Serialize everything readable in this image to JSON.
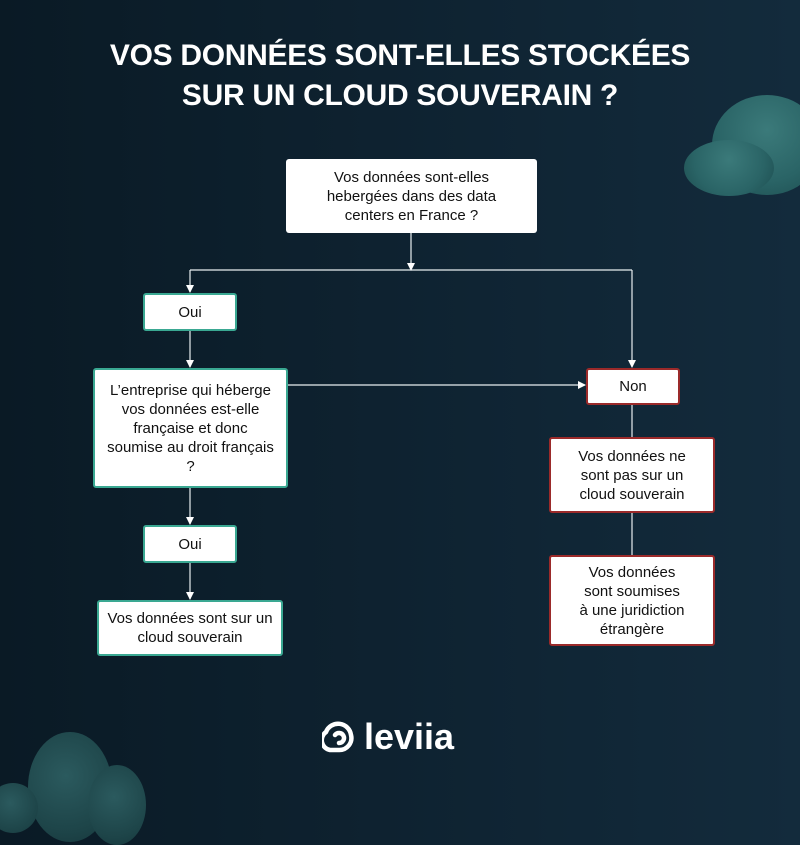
{
  "title": {
    "line1": "VOS DONNÉES SONT-ELLES STOCKÉES",
    "line2": "SUR UN CLOUD SOUVERAIN ?"
  },
  "flow": {
    "q1": "Vos données sont-elles hebergées dans des data centers en France ?",
    "oui1": "Oui",
    "q2": "L’entreprise qui héberge vos données est-elle française et donc soumise au droit français ?",
    "oui2": "Oui",
    "yes_result": "Vos données sont sur un cloud souverain",
    "non": "Non",
    "no_result1": "Vos données ne sont pas sur un cloud souverain",
    "no_result2": "Vos données sont soumises à une juridiction étrangère"
  },
  "brand": {
    "name": "leviia"
  },
  "colors": {
    "yes": "#3aa892",
    "no": "#9b2a2a",
    "bg": "#0f2433"
  }
}
